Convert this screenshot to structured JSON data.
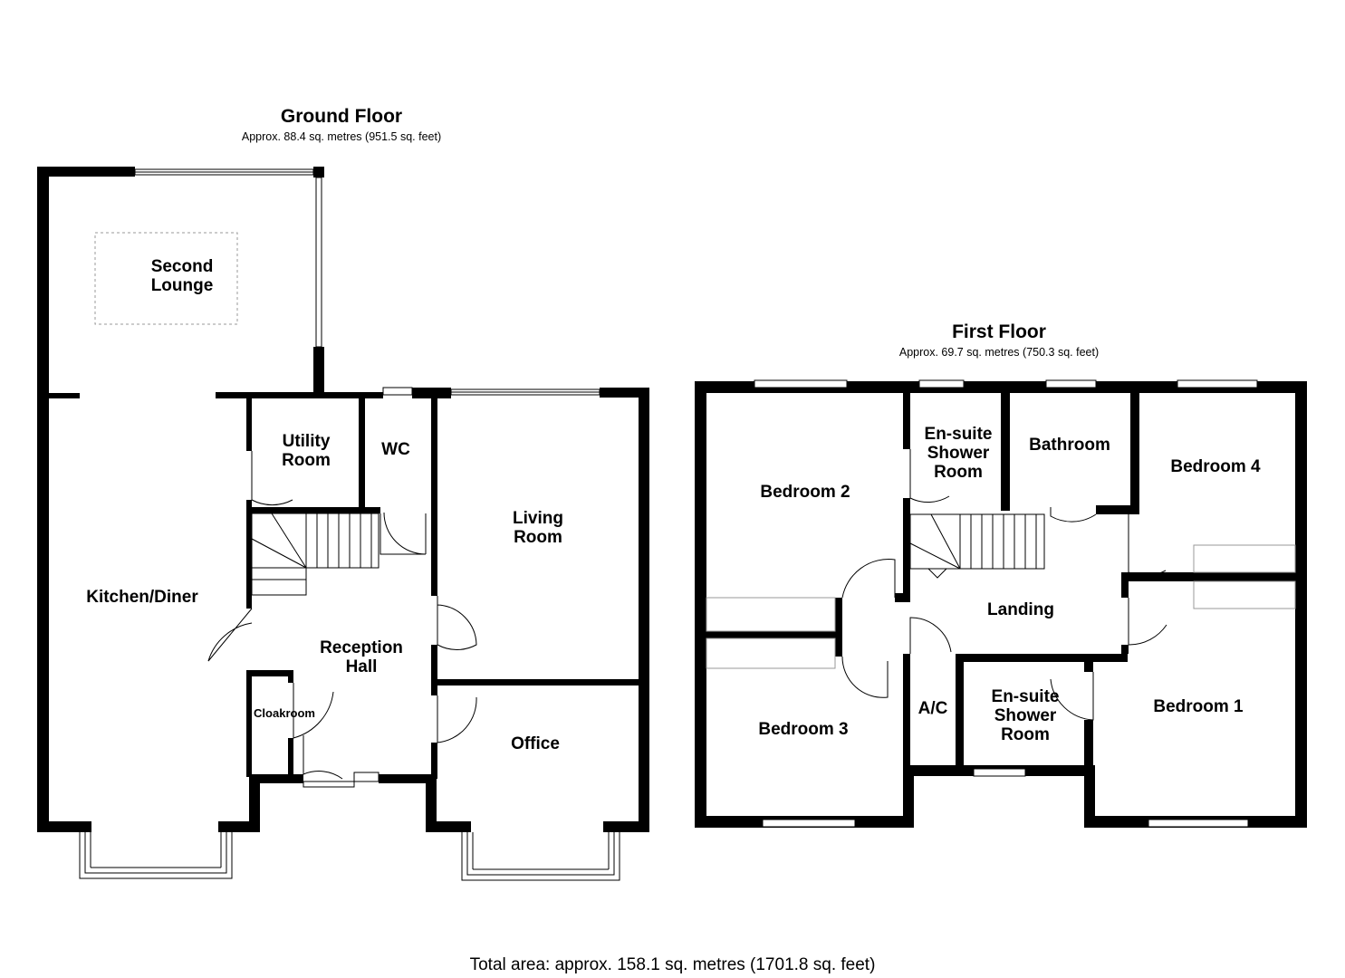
{
  "ground_floor": {
    "title": "Ground Floor",
    "area": "Approx. 88.4 sq. metres (951.5 sq. feet)",
    "rooms": {
      "second_lounge_1": "Second",
      "second_lounge_2": "Lounge",
      "utility_1": "Utility",
      "utility_2": "Room",
      "wc": "WC",
      "living_1": "Living",
      "living_2": "Room",
      "kitchen": "Kitchen/Diner",
      "reception_1": "Reception",
      "reception_2": "Hall",
      "cloakroom": "Cloakroom",
      "office": "Office"
    }
  },
  "first_floor": {
    "title": "First Floor",
    "area": "Approx. 69.7 sq. metres (750.3 sq. feet)",
    "rooms": {
      "bedroom2": "Bedroom 2",
      "ensuite_top_1": "En-suite",
      "ensuite_top_2": "Shower",
      "ensuite_top_3": "Room",
      "bathroom": "Bathroom",
      "bedroom4": "Bedroom 4",
      "landing": "Landing",
      "bedroom3": "Bedroom 3",
      "ac": "A/C",
      "ensuite_bottom_1": "En-suite",
      "ensuite_bottom_2": "Shower",
      "ensuite_bottom_3": "Room",
      "bedroom1": "Bedroom 1"
    }
  },
  "total_area": "Total area: approx. 158.1 sq. metres (1701.8 sq. feet)"
}
